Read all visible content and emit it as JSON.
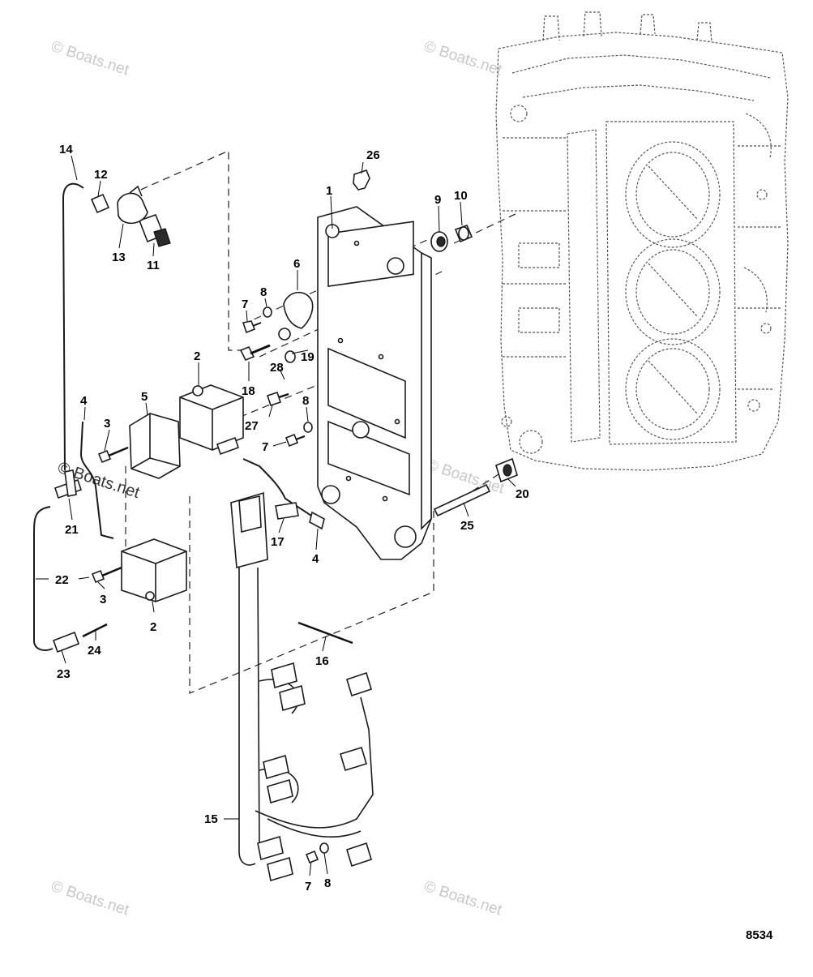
{
  "figure_number": "8534",
  "watermark": "© Boats.net",
  "callouts": [
    {
      "id": "c1",
      "label": "1"
    },
    {
      "id": "c2a",
      "label": "2"
    },
    {
      "id": "c2b",
      "label": "2"
    },
    {
      "id": "c3a",
      "label": "3"
    },
    {
      "id": "c3b",
      "label": "3"
    },
    {
      "id": "c4a",
      "label": "4"
    },
    {
      "id": "c4b",
      "label": "4"
    },
    {
      "id": "c5",
      "label": "5"
    },
    {
      "id": "c6",
      "label": "6"
    },
    {
      "id": "c7a",
      "label": "7"
    },
    {
      "id": "c7b",
      "label": "7"
    },
    {
      "id": "c7c",
      "label": "7"
    },
    {
      "id": "c8a",
      "label": "8"
    },
    {
      "id": "c8b",
      "label": "8"
    },
    {
      "id": "c8c",
      "label": "8"
    },
    {
      "id": "c9",
      "label": "9"
    },
    {
      "id": "c10",
      "label": "10"
    },
    {
      "id": "c11",
      "label": "11"
    },
    {
      "id": "c12",
      "label": "12"
    },
    {
      "id": "c13",
      "label": "13"
    },
    {
      "id": "c14",
      "label": "14"
    },
    {
      "id": "c15",
      "label": "15"
    },
    {
      "id": "c16",
      "label": "16"
    },
    {
      "id": "c17",
      "label": "17"
    },
    {
      "id": "c18",
      "label": "18"
    },
    {
      "id": "c19",
      "label": "19"
    },
    {
      "id": "c20",
      "label": "20"
    },
    {
      "id": "c21",
      "label": "21"
    },
    {
      "id": "c22",
      "label": "22"
    },
    {
      "id": "c23",
      "label": "23"
    },
    {
      "id": "c24",
      "label": "24"
    },
    {
      "id": "c25",
      "label": "25"
    },
    {
      "id": "c26",
      "label": "26"
    },
    {
      "id": "c27",
      "label": "27"
    },
    {
      "id": "c28",
      "label": "28"
    }
  ]
}
